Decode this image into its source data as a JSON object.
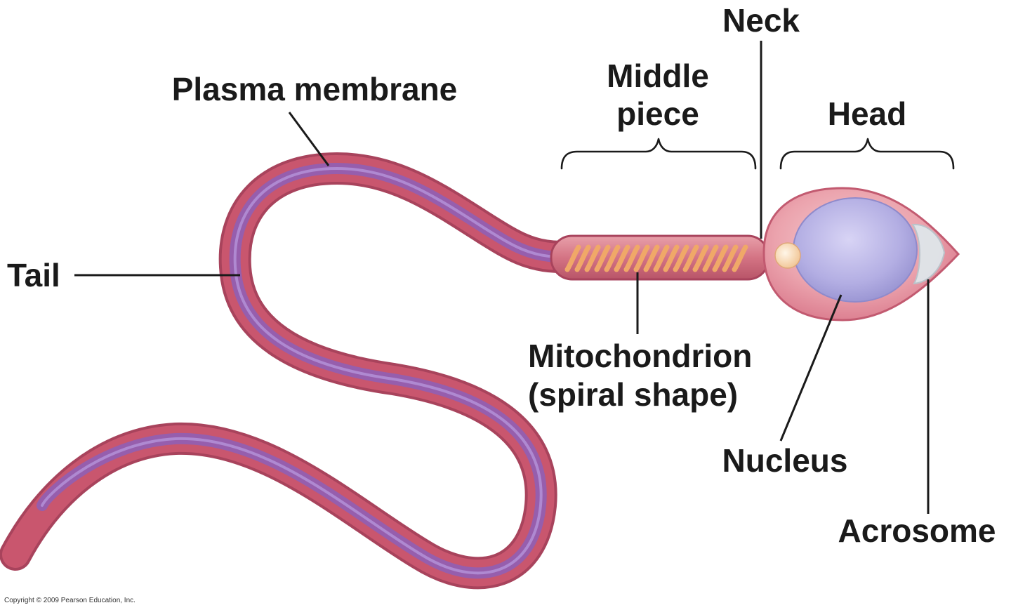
{
  "labels": {
    "plasma_membrane": "Plasma membrane",
    "middle_piece_line1": "Middle",
    "middle_piece_line2": "piece",
    "neck": "Neck",
    "head": "Head",
    "tail": "Tail",
    "mitochondrion_line1": "Mitochondrion",
    "mitochondrion_line2": "(spiral shape)",
    "nucleus": "Nucleus",
    "acrosome": "Acrosome"
  },
  "copyright": "Copyright © 2009 Pearson Education, Inc.",
  "colors": {
    "cell_body": "#c9566e",
    "cell_outline": "#a8435c",
    "tail_core": "#8d5fb8",
    "head_fill": "#e9a2ab",
    "nucleus": "#b3aee3",
    "acrosome": "#dfe6ea",
    "mitochondrion": "#f0a868",
    "centriole": "#f7d9b6",
    "text": "#1a1a1a"
  }
}
